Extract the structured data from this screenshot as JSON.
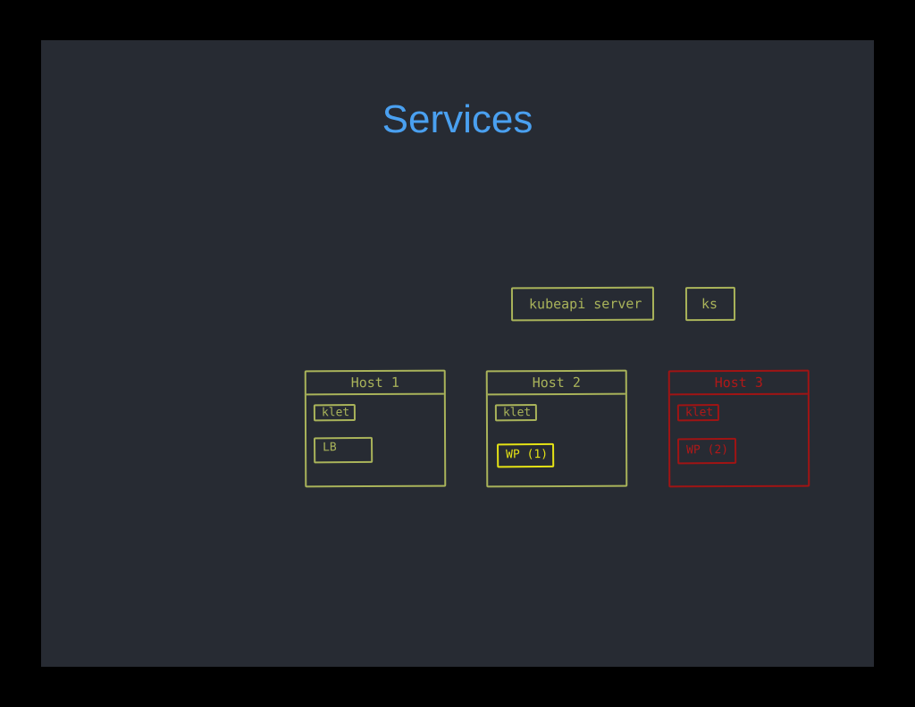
{
  "title": "Services",
  "control_plane": {
    "api_label": "kubeapi server",
    "ks_label": "ks"
  },
  "hosts": [
    {
      "title": "Host 1",
      "klet": "klet",
      "pod": "LB"
    },
    {
      "title": "Host 2",
      "klet": "klet",
      "pod": "WP (1)"
    },
    {
      "title": "Host 3",
      "klet": "klet",
      "pod": "WP (2)"
    }
  ],
  "colors": {
    "background": "#272b33",
    "title": "#4aa0f0",
    "outline": "#a9b35a",
    "highlight": "#e4e215",
    "failed": "#a01414"
  }
}
